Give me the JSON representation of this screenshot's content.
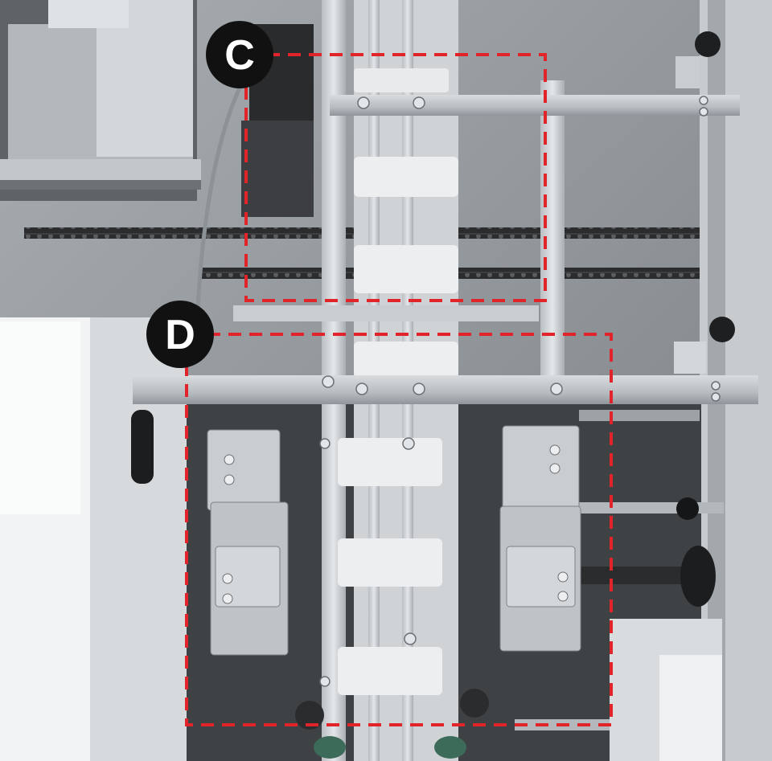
{
  "photo": {
    "subject": "machine-mechanism-photo"
  },
  "callouts": [
    {
      "id": "C",
      "label": "C",
      "color": "#e0242a"
    },
    {
      "id": "D",
      "label": "D",
      "color": "#e0242a"
    }
  ],
  "colors": {
    "callout_circle": "#111111",
    "callout_text": "#ffffff",
    "frame_red": "#e0242a",
    "steel": "#c9cdd0",
    "steel_dark": "#9aa0a5",
    "chain": "#2e2f31",
    "panel_white": "#eef0f1",
    "shadow": "#3a3c3f"
  }
}
